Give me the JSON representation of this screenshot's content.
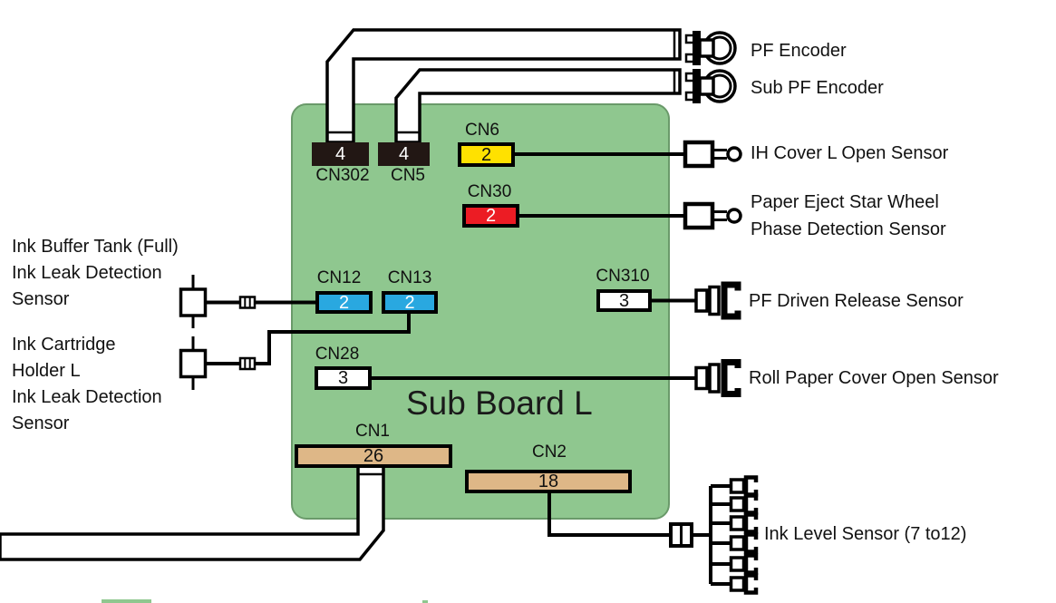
{
  "board": {
    "title": "Sub Board L"
  },
  "connectors": {
    "cn302": {
      "label": "CN302",
      "pins": "4"
    },
    "cn5": {
      "label": "CN5",
      "pins": "4"
    },
    "cn6": {
      "label": "CN6",
      "pins": "2"
    },
    "cn30": {
      "label": "CN30",
      "pins": "2"
    },
    "cn12": {
      "label": "CN12",
      "pins": "2"
    },
    "cn13": {
      "label": "CN13",
      "pins": "2"
    },
    "cn310": {
      "label": "CN310",
      "pins": "3"
    },
    "cn28": {
      "label": "CN28",
      "pins": "3"
    },
    "cn1": {
      "label": "CN1",
      "pins": "26"
    },
    "cn2": {
      "label": "CN2",
      "pins": "18"
    }
  },
  "devices": {
    "pf_encoder": "PF Encoder",
    "sub_pf_encoder": "Sub PF Encoder",
    "ih_cover": "IH Cover L Open Sensor",
    "paper_eject": "Paper Eject Star Wheel\nPhase Detection Sensor",
    "pf_driven": "PF Driven Release Sensor",
    "roll_paper": "Roll Paper Cover Open Sensor",
    "ink_level": "Ink Level Sensor (7 to12)",
    "ink_buffer": "Ink Buffer Tank (Full)\nInk Leak Detection\nSensor",
    "ink_cartridge": "Ink Cartridge\nHolder L\nInk Leak Detection\nSensor"
  },
  "colors": {
    "board_green": "#8FC78F",
    "board_border": "#6A9A6A",
    "connector_dark": "#221714",
    "connector_yellow": "#FFE100",
    "connector_red": "#EC1C24",
    "connector_blue": "#29A8E0",
    "connector_white": "#FFFFFF",
    "connector_tan": "#DEB787",
    "wire_black": "#000000"
  }
}
